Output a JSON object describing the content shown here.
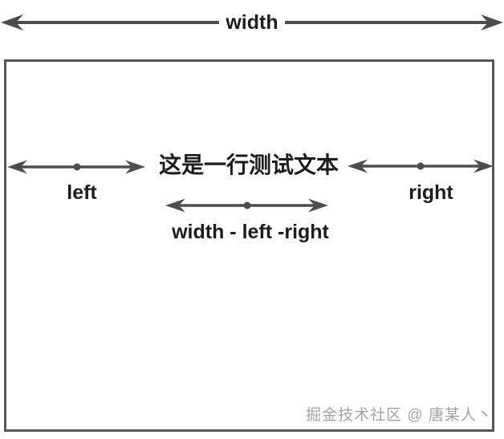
{
  "diagram": {
    "title_concept": "width - left - right layout diagram",
    "top_arrow": {
      "label": "width"
    },
    "box": {
      "left_arrow": {
        "label": "left"
      },
      "right_arrow": {
        "label": "right"
      },
      "center_text": "这是一行测试文本",
      "inner_arrow": {
        "label": "width - left -right"
      },
      "watermark": "掘金技术社区 @ 唐某人丶"
    },
    "colors": {
      "arrow": "#4d4d4d",
      "box_border": "#555555",
      "text": "#1d1d1d",
      "watermark_text": "#a3a3a3",
      "background": "#ffffff"
    }
  }
}
